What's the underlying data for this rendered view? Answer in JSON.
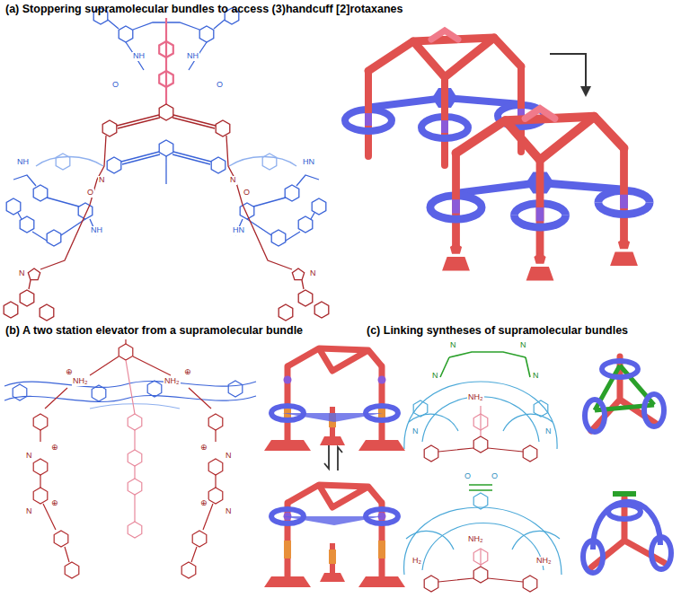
{
  "diagram": {
    "labels": [
      "(a) Stoppering supramolecular bundles to access (3)handcuff [2]rotaxanes",
      "(b) A two station elevator from a supramolecular bundle",
      "(c) Linking syntheses of supramolecular bundles",
      "NH",
      "NH",
      "O",
      "O",
      "NH",
      "HN",
      "O",
      "O",
      "N",
      "N",
      "NH",
      "HN",
      "N",
      "N",
      "NH₂",
      "⊕",
      "NH₂",
      "⊕",
      "N",
      "N",
      "N",
      "N",
      "⊕",
      "⊕",
      "⊕",
      "⊕",
      "N",
      "N",
      "N",
      "N",
      "N",
      "N",
      "NH₂",
      "O",
      "O",
      "NH₂",
      "H₂",
      "NH₂"
    ]
  }
}
